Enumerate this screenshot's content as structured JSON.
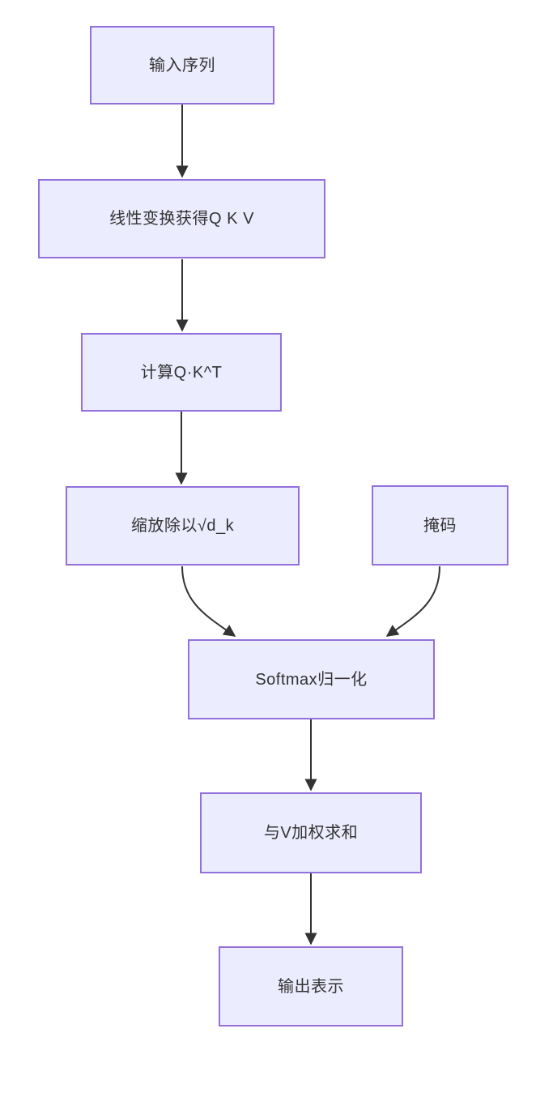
{
  "diagram": {
    "type": "flowchart",
    "direction": "top-down",
    "nodes": [
      {
        "id": "input",
        "label": "输入序列"
      },
      {
        "id": "linear",
        "label": "线性变换获得Q K V"
      },
      {
        "id": "qkt",
        "label": "计算Q·K^T"
      },
      {
        "id": "scale",
        "label": "缩放除以√d_k"
      },
      {
        "id": "mask",
        "label": "掩码"
      },
      {
        "id": "softmax",
        "label": "Softmax归一化"
      },
      {
        "id": "vsum",
        "label": "与V加权求和"
      },
      {
        "id": "output",
        "label": "输出表示"
      }
    ],
    "edges": [
      {
        "from": "input",
        "to": "linear",
        "style": "straight-arrow"
      },
      {
        "from": "linear",
        "to": "qkt",
        "style": "straight-arrow"
      },
      {
        "from": "qkt",
        "to": "scale",
        "style": "straight-arrow"
      },
      {
        "from": "scale",
        "to": "softmax",
        "style": "curved-arrow"
      },
      {
        "from": "mask",
        "to": "softmax",
        "style": "curved-arrow"
      },
      {
        "from": "softmax",
        "to": "vsum",
        "style": "straight-arrow"
      },
      {
        "from": "vsum",
        "to": "output",
        "style": "straight-arrow"
      }
    ],
    "colors": {
      "node_fill": "#ECECFF",
      "node_border": "#9370DB",
      "edge_stroke": "#333333",
      "text": "#333333",
      "background": "#FFFFFF"
    }
  }
}
